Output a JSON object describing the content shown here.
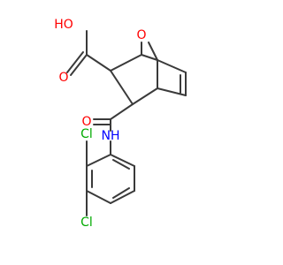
{
  "molecule": {
    "atoms": {
      "ho": "HO",
      "o_carboxyl": "O",
      "o_bridge": "O",
      "o_amide": "O",
      "nh": "NH",
      "cl_ortho": "Cl",
      "cl_para": "Cl"
    },
    "colors": {
      "bond": "#3a3a3a",
      "oxygen": "#ff0000",
      "nitrogen": "#0000ff",
      "chlorine": "#00aa00"
    }
  }
}
